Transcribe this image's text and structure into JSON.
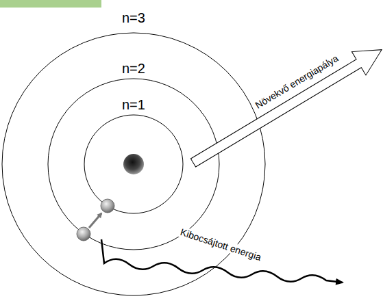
{
  "diagram": {
    "labels": [
      "n=3",
      "n=2",
      "n=1",
      "Növekvő energiapálya",
      "Kibocsájtott energia"
    ]
  }
}
